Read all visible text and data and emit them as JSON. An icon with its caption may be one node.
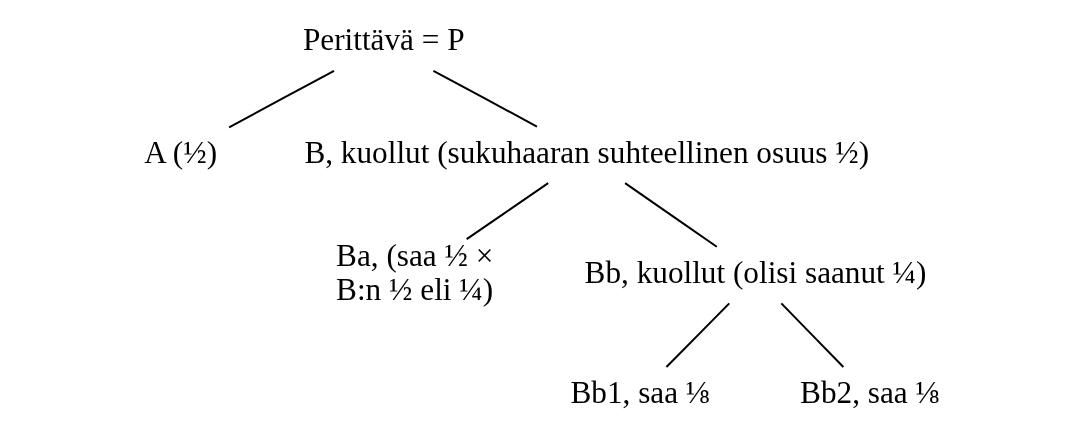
{
  "diagram": {
    "nodes": [
      {
        "text": [
          "Perittävä = P"
        ]
      },
      {
        "text": [
          "A (½)"
        ]
      },
      {
        "text": [
          "B, kuollut (sukuhaaran suhteellinen osuus ½)"
        ]
      },
      {
        "text": [
          "Ba, (saa ½ × B:n ½ eli ¼)"
        ]
      },
      {
        "text": [
          "Bb, kuollut (olisi saanut ¼)"
        ]
      },
      {
        "text": [
          "Bb1, saa ⅛"
        ]
      },
      {
        "text": [
          "Bb2, saa ⅛"
        ]
      }
    ],
    "edges": [
      {
        "from": 0,
        "to": 1,
        "arrow": "none"
      },
      {
        "from": 0,
        "to": 2,
        "arrow": "none"
      },
      {
        "from": 2,
        "to": 3,
        "arrow": "none"
      },
      {
        "from": 2,
        "to": 4,
        "arrow": "none"
      },
      {
        "from": 4,
        "to": 5,
        "arrow": "none"
      },
      {
        "from": 4,
        "to": 6,
        "arrow": "none"
      }
    ]
  }
}
